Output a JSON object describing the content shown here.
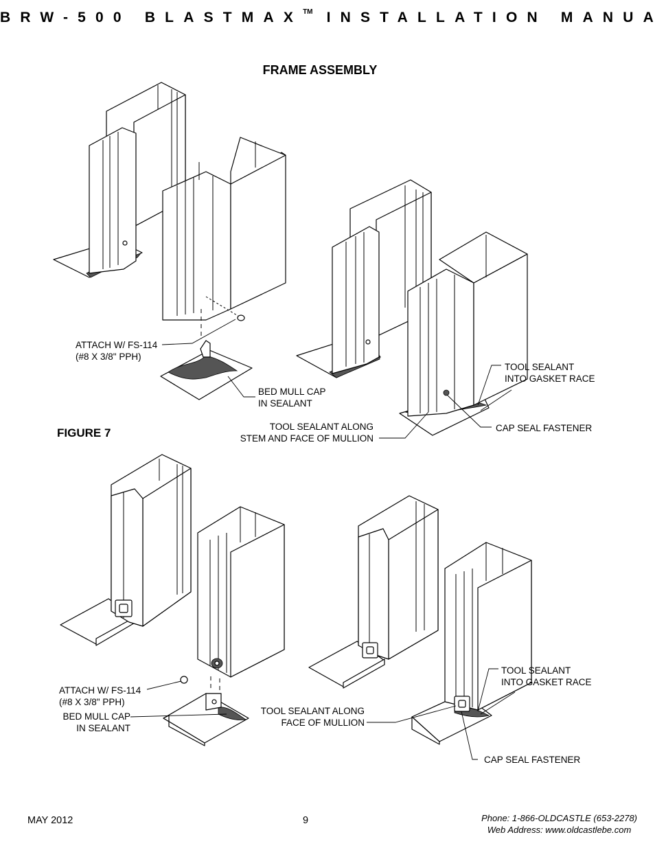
{
  "header": {
    "prefix": "BRW-500 BLASTMAX",
    "tm": "TM",
    "suffix": "INSTALLATION MANUAL"
  },
  "title": "FRAME ASSEMBLY",
  "figure_label": "FIGURE 7",
  "callouts": {
    "attach_top": "ATTACH W/ FS-114\n(#8 X 3/8\" PPH)",
    "bed_top": "BED MULL CAP\nIN SEALANT",
    "tool_gasket_top": "TOOL SEALANT\nINTO GASKET RACE",
    "tool_stem": "TOOL SEALANT ALONG\nSTEM AND FACE OF MULLION",
    "cap_seal_top": "CAP SEAL FASTENER",
    "tool_gasket_bottom": "TOOL SEALANT\nINTO GASKET RACE",
    "attach_bottom": "ATTACH W/ FS-114\n(#8 X 3/8\" PPH)",
    "bed_bottom": "BED MULL CAP\nIN SEALANT",
    "tool_face": "TOOL SEALANT ALONG\nFACE OF MULLION",
    "cap_seal_bottom": "CAP SEAL FASTENER"
  },
  "footer": {
    "date": "MAY 2012",
    "page": "9",
    "phone": "Phone: 1-866-OLDCASTLE (653-2278)",
    "web": "Web Address: www.oldcastlebe.com"
  }
}
